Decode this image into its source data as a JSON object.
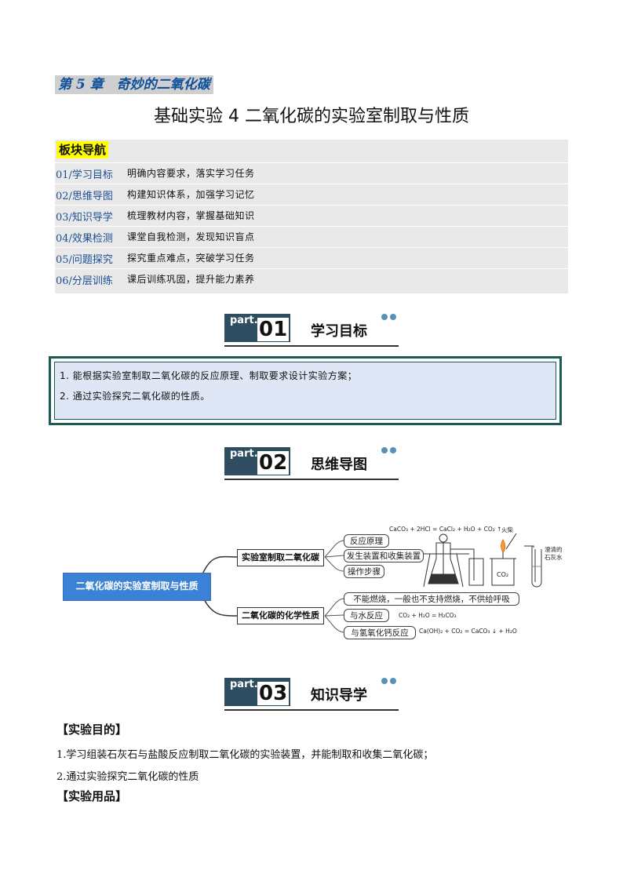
{
  "chapter_label": "第 5 章　奇妙的二氧化碳",
  "title": "基础实验 4  二氧化碳的实验室制取与性质",
  "nav": {
    "heading": "板块导航",
    "rows": [
      {
        "key": "01/学习目标",
        "text": "明确内容要求，落实学习任务"
      },
      {
        "key": "02/思维导图",
        "text": "构建知识体系，加强学习记忆"
      },
      {
        "key": "03/知识导学",
        "text": "梳理教材内容，掌握基础知识"
      },
      {
        "key": "04/效果检测",
        "text": "课堂自我检测，发现知识盲点"
      },
      {
        "key": "05/问题探究",
        "text": "探究重点难点，突破学习任务"
      },
      {
        "key": "06/分层训练",
        "text": "课后训练巩固，提升能力素养"
      }
    ]
  },
  "parts": [
    {
      "word": "part.",
      "num": "01",
      "title": "学习目标"
    },
    {
      "word": "part.",
      "num": "02",
      "title": "思维导图"
    },
    {
      "word": "part.",
      "num": "03",
      "title": "知识导学"
    }
  ],
  "goals": [
    "1. 能根据实验室制取二氧化碳的反应原理、制取要求设计实验方案；",
    "2. 通过实验探究二氧化碳的性质。"
  ],
  "mindmap": {
    "root": "二氧化碳的实验室制取与性质",
    "branch1": "实验室制取二氧化碳",
    "branch1_items": [
      "反应原理",
      "发生装置和收集装置",
      "操作步骤"
    ],
    "branch2": "二氧化碳的化学性质",
    "branch2_items": [
      "不能燃烧，一般也不支持燃烧，不供给呼吸",
      "与水反应",
      "与氢氧化钙反应"
    ],
    "formula_reaction": "CaCO₃ + 2HCl = CaCl₂ + H₂O + CO₂ ↑",
    "formula_water": "CO₂ + H₂O = H₂CO₃",
    "formula_limewater": "Ca(OH)₂ + CO₂ = CaCO₃ ↓ + H₂O",
    "label_fire": "火柴",
    "label_co2": "CO₂",
    "label_limewater": "澄清的石灰水"
  },
  "section": {
    "heading_purpose": "【实验目的】",
    "purpose_lines": [
      "1.学习组装石灰石与盐酸反应制取二氧化碳的实验装置，并能制取和收集二氧化碳；",
      "2.通过实验探究二氧化碳的性质"
    ],
    "heading_supplies": "【实验用品】"
  }
}
